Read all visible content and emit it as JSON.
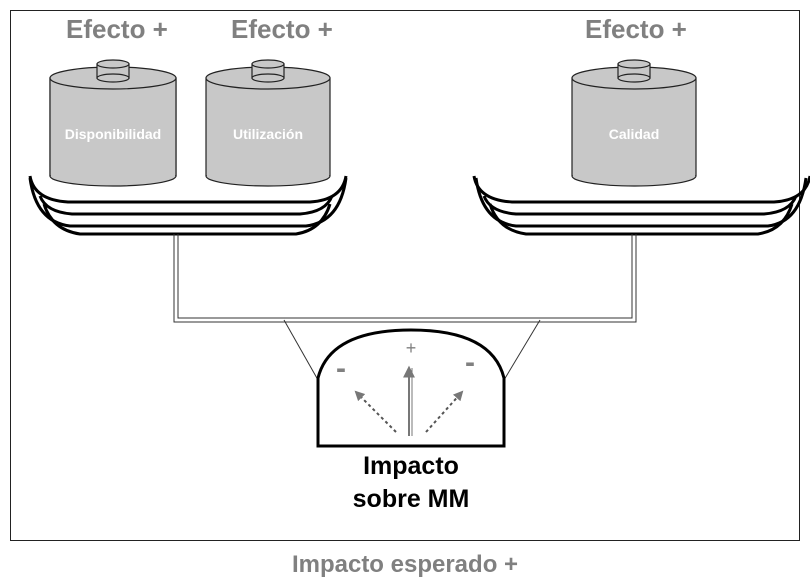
{
  "effects": [
    "Efecto +",
    "Efecto +",
    "Efecto +"
  ],
  "weights": [
    "Disponibilidad",
    "Utilización",
    "Calidad"
  ],
  "gauge": {
    "plus": "+",
    "minus_left": "-",
    "minus_right": "-"
  },
  "meter_label_line1": "Impacto",
  "meter_label_line2": "sobre MM",
  "caption": "Impacto esperado +",
  "colors": {
    "weight_fill": "#c8c8c8",
    "label_gray": "#808080",
    "arrow_gray": "#777777"
  }
}
